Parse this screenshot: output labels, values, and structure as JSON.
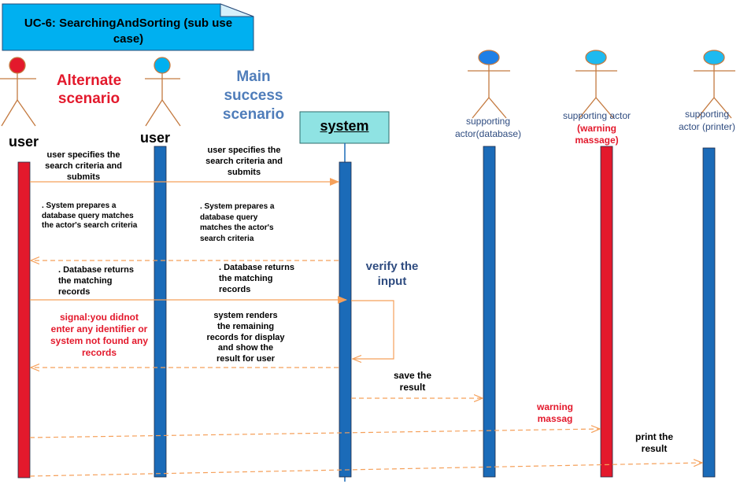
{
  "title_note": {
    "lines": [
      "UC-6: SearchingAndSorting (sub use",
      "case)"
    ]
  },
  "scenario_labels": {
    "alternate": [
      "Alternate",
      "scenario"
    ],
    "main": [
      "Main",
      "success",
      "scenario"
    ]
  },
  "actors": {
    "user_alt": {
      "label": "user"
    },
    "user_main": {
      "label": "user"
    },
    "system": {
      "label": "system"
    },
    "database": {
      "label": [
        "supporting",
        "actor(database)"
      ]
    },
    "warning": {
      "label": [
        "supporting actor",
        "(warning",
        "massage)"
      ]
    },
    "printer": {
      "label": [
        "supporting",
        "actor (printer)"
      ]
    }
  },
  "messages": {
    "alt_submit": [
      "user specifies the",
      "search criteria and",
      "submits"
    ],
    "alt_prepare": [
      ". System prepares a",
      "database query matches",
      "the actor's search criteria"
    ],
    "alt_returns": [
      ". Database returns",
      "the matching",
      "records"
    ],
    "alt_signal": [
      "signal:you didnot",
      "enter any identifier or",
      "system not found any",
      "records"
    ],
    "main_submit": [
      "user specifies the",
      "search criteria and",
      "submits"
    ],
    "main_prepare": [
      ". System prepares a",
      "database query",
      "matches the actor's",
      "search criteria"
    ],
    "main_returns": [
      ". Database returns",
      "the matching",
      "records"
    ],
    "main_renders": [
      "system renders",
      "the remaining",
      "records for display",
      "and show the",
      "result for user"
    ],
    "verify": [
      "verify the",
      "input"
    ],
    "save": [
      "save the",
      "result"
    ],
    "warning": [
      "warning",
      "massag"
    ],
    "print": [
      "print the",
      "result"
    ]
  },
  "colors": {
    "red_bar": "#e3192c",
    "blue_bar": "#1b6bb8",
    "arrow": "#f5a05a",
    "system_box": "#8fe3e3",
    "note": "#00b0f0"
  }
}
